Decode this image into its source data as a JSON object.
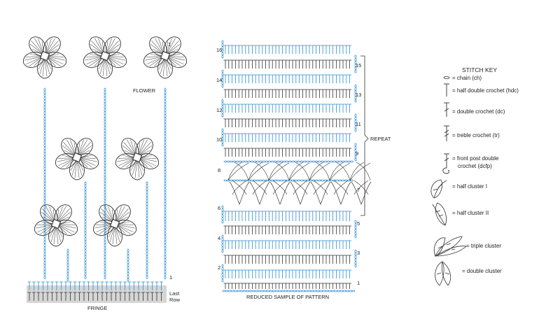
{
  "fringe": {
    "flower_label": "FLOWER",
    "last_row_label_1": "Last",
    "last_row_label_2": "Row",
    "row_one": "1",
    "flower_number": "1",
    "caption": "FRINGE"
  },
  "pattern": {
    "caption": "REDUCED SAMPLE OF PATTERN",
    "repeat_label": "REPEAT",
    "left_rows": [
      "16",
      "14",
      "12",
      "10",
      "8",
      "6",
      "4",
      "2"
    ],
    "right_rows": [
      "15",
      "13",
      "11",
      "9",
      "7",
      "5",
      "3",
      "1"
    ]
  },
  "stitch_key": {
    "title": "STITCH KEY",
    "items": [
      {
        "symbol": "chain-icon",
        "label": "= chain (ch)"
      },
      {
        "symbol": "hdc-icon",
        "label": "= half double crochet (hdc)"
      },
      {
        "symbol": "dc-icon",
        "label": "= double crochet (dc)"
      },
      {
        "symbol": "tr-icon",
        "label": "= treble crochet (tr)"
      },
      {
        "symbol": "dcfp-icon",
        "label": "= front post double",
        "label_2": "crochet (dcfp)"
      },
      {
        "symbol": "half-cluster-i-icon",
        "label": "= half cluster I"
      },
      {
        "symbol": "half-cluster-ii-icon",
        "label": "= half cluster II"
      },
      {
        "symbol": "triple-cluster-icon",
        "label": "= triple cluster"
      },
      {
        "symbol": "double-cluster-icon",
        "label": "= double cluster"
      }
    ]
  },
  "colors": {
    "blue": "#2a8fd0",
    "ink": "#333333",
    "fringe_band": "#d6d6d6"
  }
}
